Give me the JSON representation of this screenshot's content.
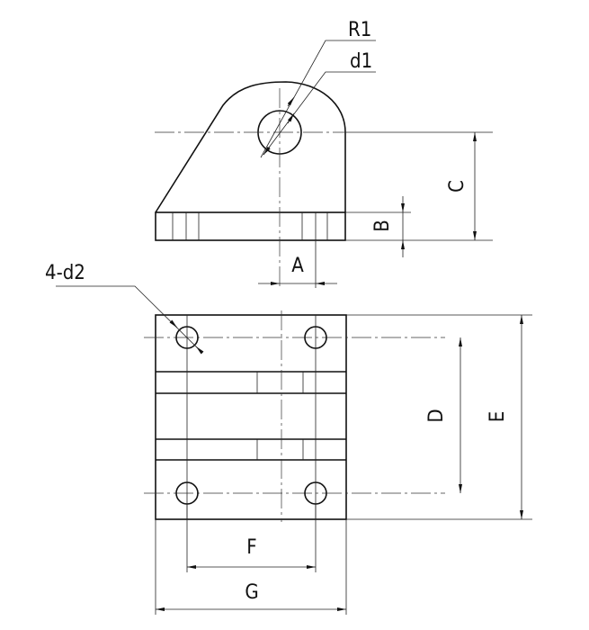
{
  "labels": {
    "r1": "R1",
    "d1": "d1",
    "a": "A",
    "b": "B",
    "c": "C",
    "d2": "4-d2",
    "d": "D",
    "e": "E",
    "f": "F",
    "g": "G"
  },
  "colors": {
    "line": "#111111",
    "background": "#ffffff"
  }
}
